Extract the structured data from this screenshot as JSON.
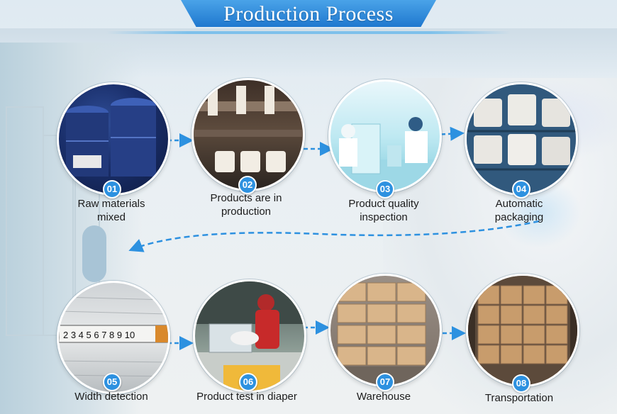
{
  "title": "Production Process",
  "accent_color": "#2d91e0",
  "steps": [
    {
      "number": "01",
      "label_line1": "Raw materials",
      "label_line2": "mixed",
      "icon": "raw-materials-drums-photo"
    },
    {
      "number": "02",
      "label_line1": "Products are in",
      "label_line2": "production",
      "icon": "production-machine-photo"
    },
    {
      "number": "03",
      "label_line1": "Product quality",
      "label_line2": "inspection",
      "icon": "quality-lab-photo"
    },
    {
      "number": "04",
      "label_line1": "Automatic",
      "label_line2": "packaging",
      "icon": "yarn-spools-photo"
    },
    {
      "number": "05",
      "label_line1": "Width detection",
      "label_line2": "",
      "icon": "measuring-tape-photo"
    },
    {
      "number": "06",
      "label_line1": "Product test in diaper",
      "label_line2": "",
      "icon": "diaper-test-photo"
    },
    {
      "number": "07",
      "label_line1": "Warehouse",
      "label_line2": "",
      "icon": "warehouse-boxes-photo"
    },
    {
      "number": "08",
      "label_line1": "Transportation",
      "label_line2": "",
      "icon": "truck-loading-photo"
    }
  ],
  "photo_text": {
    "tape_numbers": "2 3 4 5 6 7 8 9 10"
  }
}
